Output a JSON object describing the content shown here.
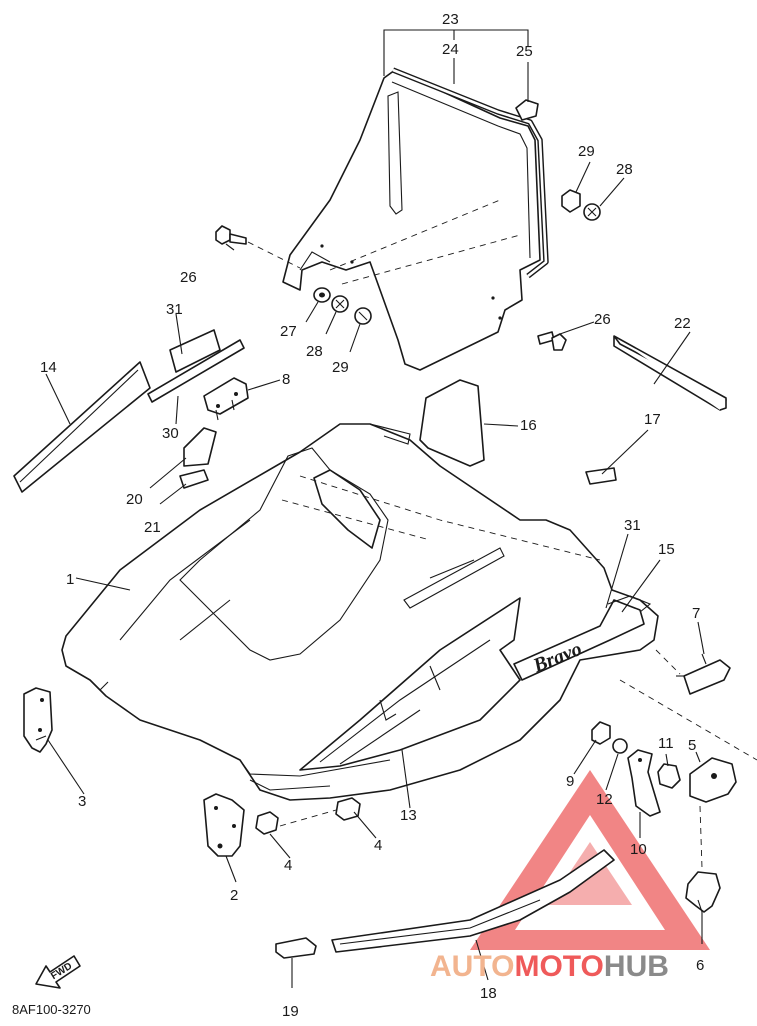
{
  "diagram_code": "8AF100-3270",
  "forward_label": "FWD",
  "watermark": {
    "part1": "AUTO",
    "part2": "MOTO",
    "part3": "HUB"
  },
  "callouts": {
    "n1": "1",
    "n2": "2",
    "n3": "3",
    "n4a": "4",
    "n4b": "4",
    "n5": "5",
    "n6": "6",
    "n7": "7",
    "n8": "8",
    "n9": "9",
    "n10": "10",
    "n11": "11",
    "n12": "12",
    "n13": "13",
    "n14": "14",
    "n15": "15",
    "n16": "16",
    "n17": "17",
    "n18": "18",
    "n19": "19",
    "n20": "20",
    "n21": "21",
    "n22": "22",
    "n23": "23",
    "n24": "24",
    "n25": "25",
    "n26a": "26",
    "n26b": "26",
    "n27": "27",
    "n28a": "28",
    "n28b": "28",
    "n29a": "29",
    "n29b": "29",
    "n30": "30",
    "n31a": "31",
    "n31b": "31"
  },
  "colors": {
    "line": "#1a1a1a",
    "wm_triangle": "#ef5a5a",
    "wm_light": "#f2b48f",
    "wm_grey": "#8a8a8a"
  }
}
